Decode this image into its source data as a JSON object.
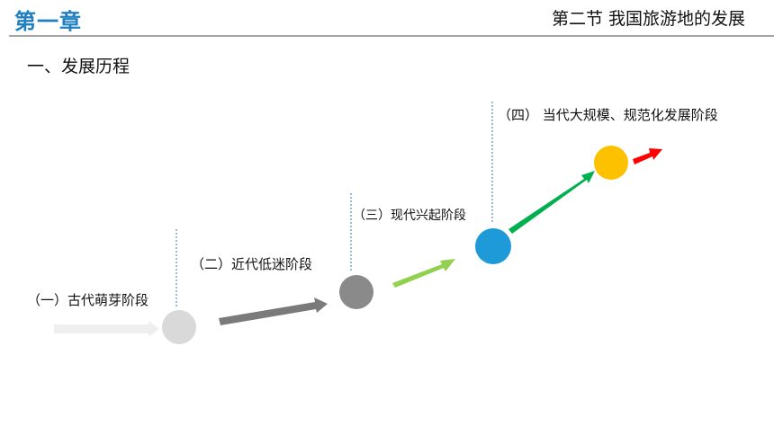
{
  "header": {
    "chapter": "第一章",
    "section": "第二节 我国旅游地的发展"
  },
  "heading": "一、发展历程",
  "stages": [
    {
      "label": "（一）古代萌芽阶段",
      "color": "#d9d9d9"
    },
    {
      "label": "（二）近代低迷阶段",
      "color": "#8a8a8a"
    },
    {
      "label": "（三）现代兴起阶段",
      "color": "#1f9ad8"
    },
    {
      "label": "（四）  当代大规模、规范化发展阶段",
      "color": "#fdc100"
    }
  ],
  "arrows": [
    {
      "from": "start",
      "to": "stage-1",
      "color": "#eeeeee"
    },
    {
      "from": "stage-1",
      "to": "stage-2",
      "color": "#7a7a7a"
    },
    {
      "from": "stage-2",
      "to": "stage-3",
      "color": "#92d050"
    },
    {
      "from": "stage-3",
      "to": "stage-4",
      "color": "#00b050"
    },
    {
      "from": "stage-4",
      "to": "future",
      "color": "#ff0000"
    }
  ],
  "guide_color": "#2e75b6"
}
